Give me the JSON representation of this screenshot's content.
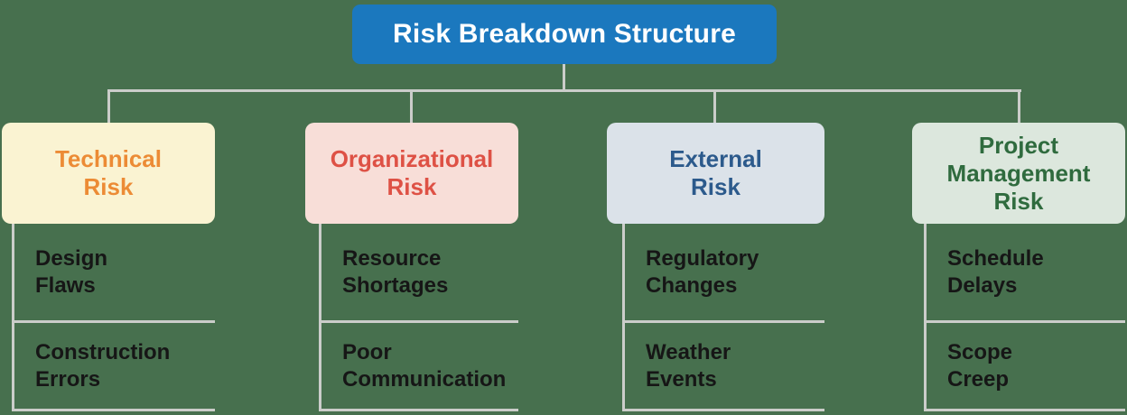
{
  "background_color": "#47704E",
  "connector_color": "#CBCDCA",
  "diagram": {
    "title": "Risk Breakdown Structure",
    "root": {
      "label": "Risk Breakdown Structure",
      "colors": {
        "bg": "#1B78BE",
        "fg": "#FFFFFF"
      }
    },
    "categories": [
      {
        "id": "technical",
        "label": "Technical Risk",
        "lines": [
          "Technical",
          "Risk"
        ],
        "colors": {
          "bg": "#FAF3D2",
          "fg": "#EC8B35"
        },
        "children": [
          {
            "label": "Design Flaws",
            "lines": [
              "Design",
              "Flaws"
            ]
          },
          {
            "label": "Construction Errors",
            "lines": [
              "Construction",
              "Errors"
            ]
          }
        ]
      },
      {
        "id": "organizational",
        "label": "Organizational Risk",
        "lines": [
          "Organizational",
          "Risk"
        ],
        "colors": {
          "bg": "#F8DED8",
          "fg": "#DE5145"
        },
        "children": [
          {
            "label": "Resource Shortages",
            "lines": [
              "Resource",
              "Shortages"
            ]
          },
          {
            "label": "Poor Communication",
            "lines": [
              "Poor",
              "Communication"
            ]
          }
        ]
      },
      {
        "id": "external",
        "label": "External Risk",
        "lines": [
          "External",
          "Risk"
        ],
        "colors": {
          "bg": "#DBE2E9",
          "fg": "#2C5A8C"
        },
        "children": [
          {
            "label": "Regulatory Changes",
            "lines": [
              "Regulatory",
              "Changes"
            ]
          },
          {
            "label": "Weather Events",
            "lines": [
              "Weather",
              "Events"
            ]
          }
        ]
      },
      {
        "id": "project-management",
        "label": "Project Management Risk",
        "lines": [
          "Project",
          "Management",
          "Risk"
        ],
        "colors": {
          "bg": "#DCE7DD",
          "fg": "#2F6B3E"
        },
        "children": [
          {
            "label": "Schedule Delays",
            "lines": [
              "Schedule",
              "Delays"
            ]
          },
          {
            "label": "Scope Creep",
            "lines": [
              "Scope",
              "Creep"
            ]
          }
        ]
      }
    ]
  }
}
